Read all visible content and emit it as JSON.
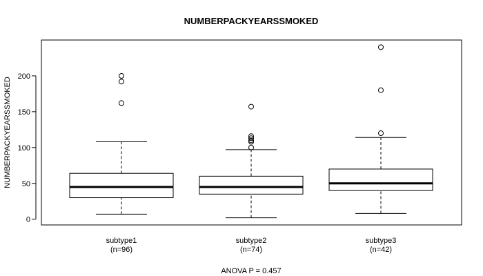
{
  "chart_data": {
    "type": "box",
    "title": "NUMBERPACKYEARSSMOKED",
    "ylabel": "NUMBERPACKYEARSSMOKED",
    "xlabel": "",
    "ylim": [
      -8,
      250
    ],
    "yticks": [
      0,
      50,
      100,
      150,
      200
    ],
    "categories": [
      {
        "name": "subtype1",
        "n_label": "(n=96)",
        "min": 7,
        "q1": 30,
        "median": 45,
        "q3": 64,
        "max": 108,
        "outliers": [
          162,
          192,
          200
        ]
      },
      {
        "name": "subtype2",
        "n_label": "(n=74)",
        "min": 2,
        "q1": 35,
        "median": 45,
        "q3": 60,
        "max": 97,
        "outliers": [
          100,
          108,
          110,
          113,
          116,
          157
        ]
      },
      {
        "name": "subtype3",
        "n_label": "(n=42)",
        "min": 8,
        "q1": 40,
        "median": 50,
        "q3": 70,
        "max": 114,
        "outliers": [
          120,
          180,
          240
        ]
      }
    ],
    "footer": "ANOVA P = 0.457",
    "grid": false,
    "legend": "none"
  }
}
